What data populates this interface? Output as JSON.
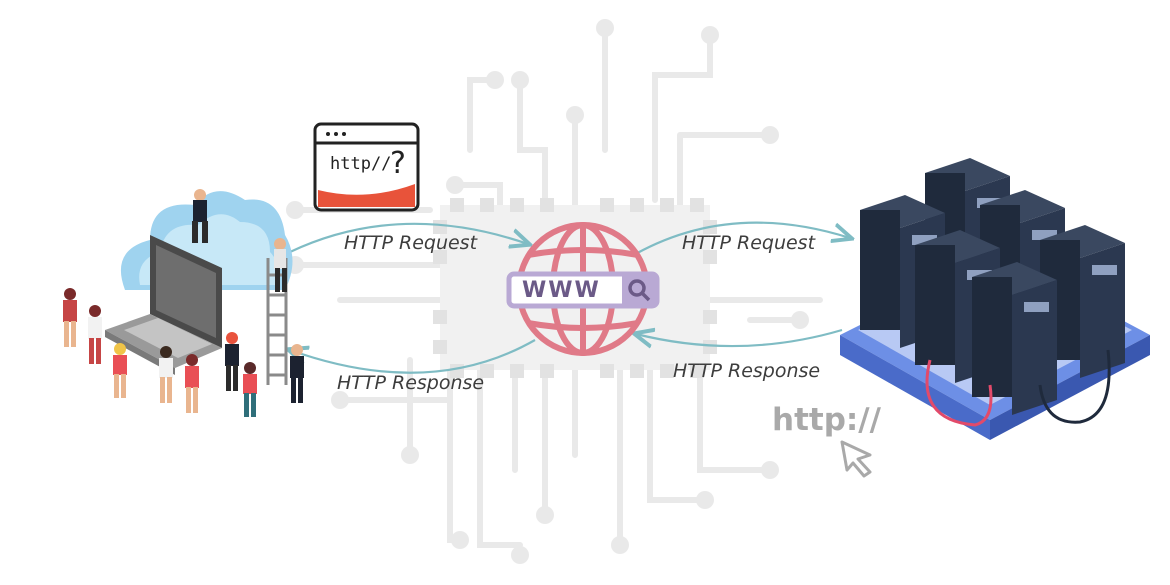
{
  "labels": {
    "request_left": "HTTP Request",
    "request_right": "HTTP Request",
    "response_left": "HTTP Response",
    "response_right": "HTTP Response"
  },
  "browser_card": {
    "text": "http//",
    "mark": "?"
  },
  "search_bar": {
    "text": "WWW",
    "icon": "magnifier-icon"
  },
  "url_text": "http://",
  "colors": {
    "circuit": "#e8e8e8",
    "arrow": "#7fbcc4",
    "globe": "#e07a88",
    "search_bar": "#b9a9d4",
    "server": "#1f2a3c",
    "platform": "#6d8fe6",
    "cloud": "#9fd3ef",
    "accent_red": "#e8533a"
  }
}
